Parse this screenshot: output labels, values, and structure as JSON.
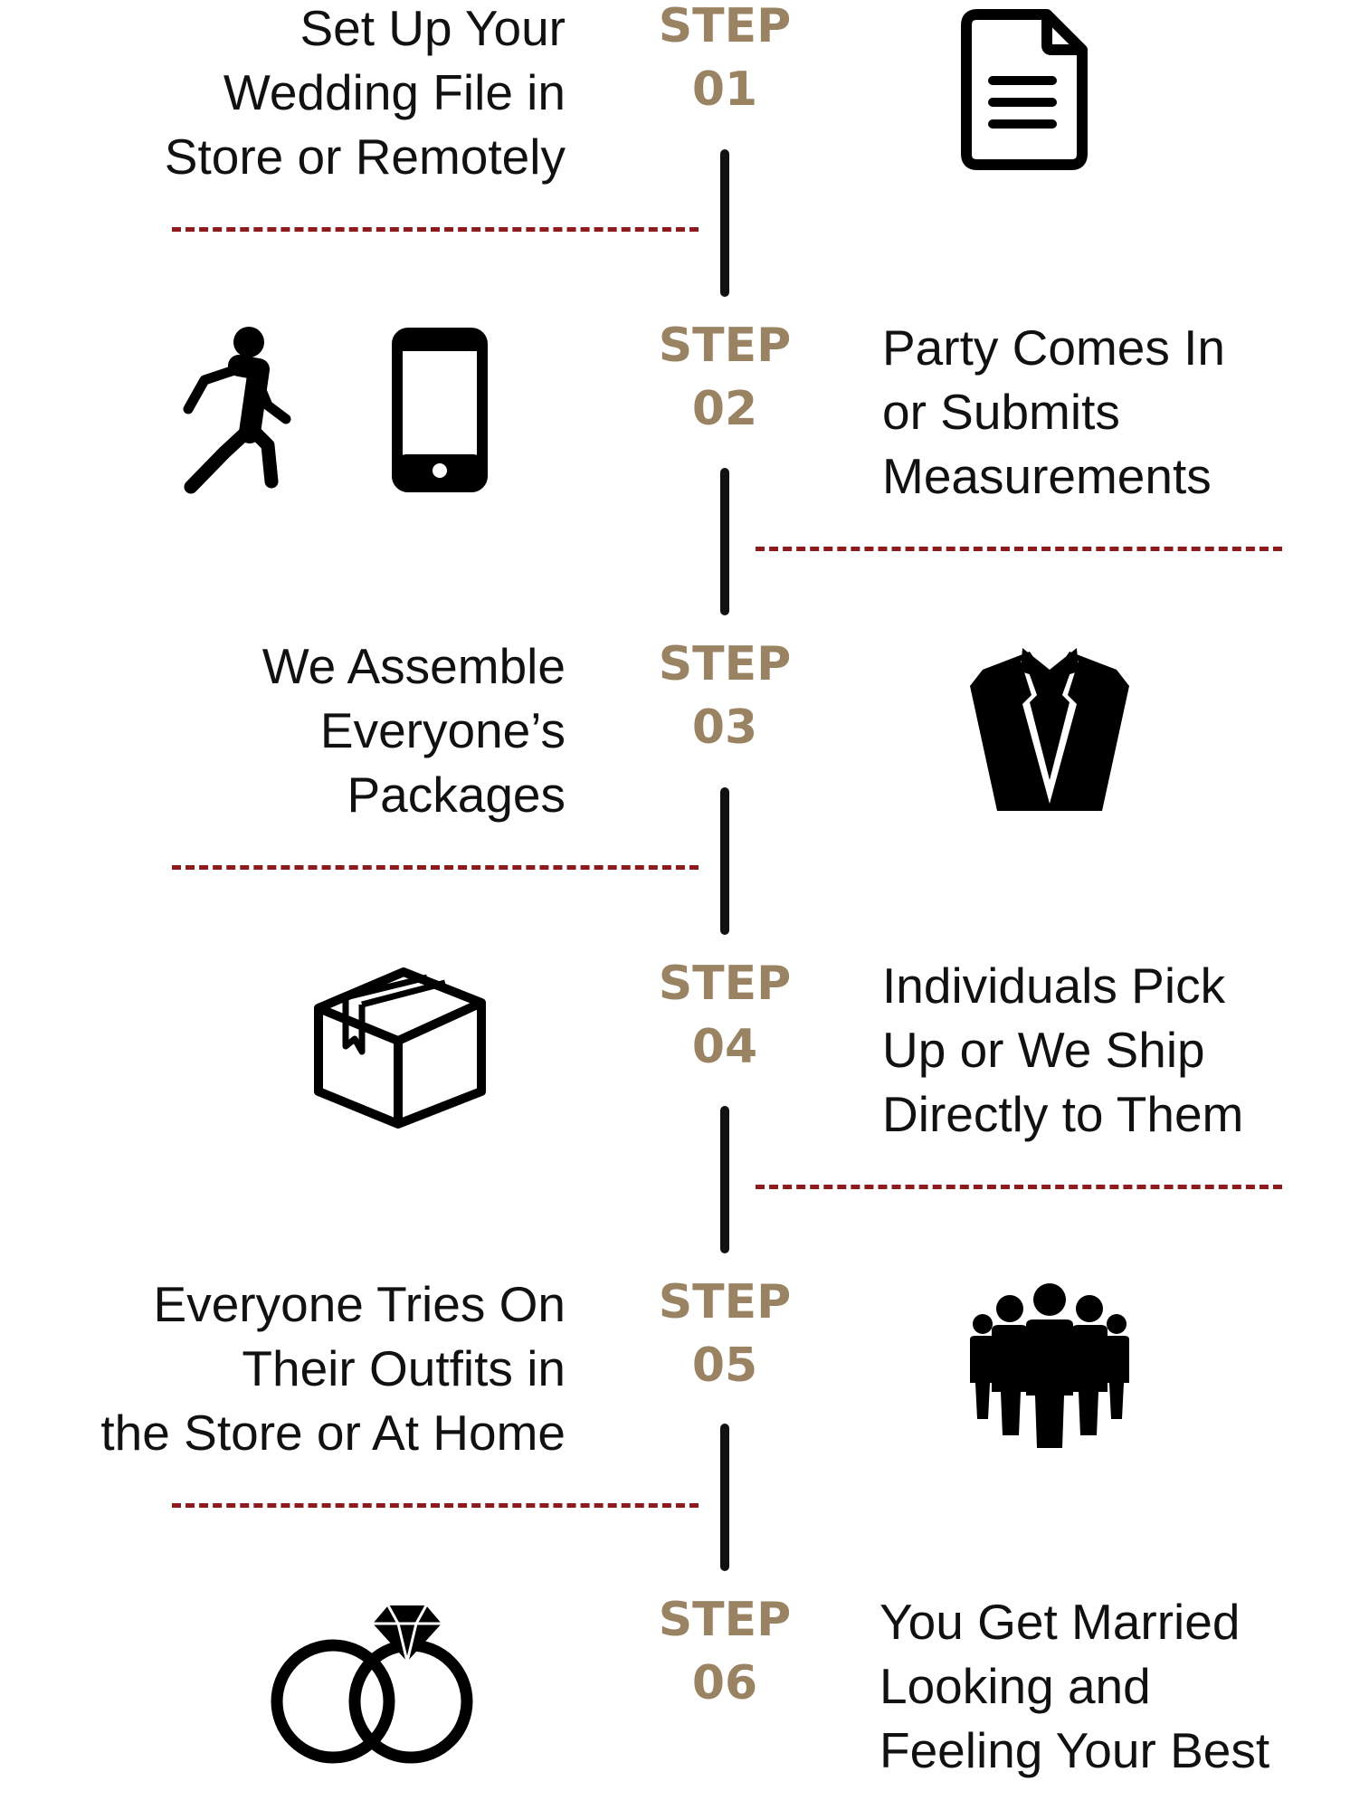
{
  "colors": {
    "step_label": "#9a8363",
    "timeline": "#111111",
    "divider": "#8e1b1b",
    "text": "#111111",
    "icon": "#000000"
  },
  "steps": [
    {
      "label": "STEP",
      "number": "01",
      "text": [
        "Set Up Your",
        "Wedding File in",
        "Store or Remotely"
      ],
      "text_side": "left",
      "icons": [
        "document-icon"
      ]
    },
    {
      "label": "STEP",
      "number": "02",
      "text": [
        "Party Comes In",
        "or Submits",
        "Measurements"
      ],
      "text_side": "right",
      "icons": [
        "walking-person-icon",
        "smartphone-icon"
      ]
    },
    {
      "label": "STEP",
      "number": "03",
      "text": [
        "We Assemble",
        "Everyone’s",
        "Packages"
      ],
      "text_side": "left",
      "icons": [
        "tuxedo-icon"
      ]
    },
    {
      "label": "STEP",
      "number": "04",
      "text": [
        "Individuals Pick",
        "Up or We Ship",
        "Directly to Them"
      ],
      "text_side": "right",
      "icons": [
        "package-box-icon"
      ]
    },
    {
      "label": "STEP",
      "number": "05",
      "text": [
        "Everyone Tries On",
        "Their Outfits in",
        "the Store or At Home"
      ],
      "text_side": "left",
      "icons": [
        "group-of-people-icon"
      ]
    },
    {
      "label": "STEP",
      "number": "06",
      "text": [
        "You Get Married",
        "Looking and",
        "Feeling Your Best"
      ],
      "text_side": "right",
      "icons": [
        "wedding-rings-icon"
      ]
    }
  ]
}
